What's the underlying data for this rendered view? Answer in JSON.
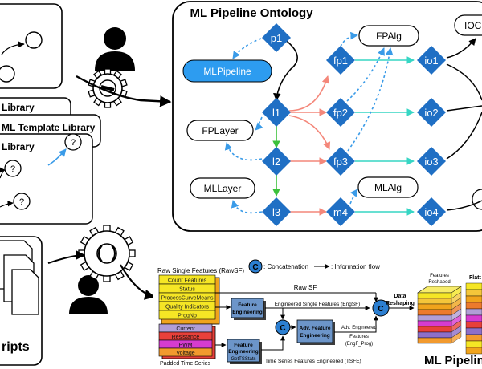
{
  "ontology": {
    "title": "ML Pipeline Ontology",
    "nodes": {
      "p1": "p1",
      "l1": "l1",
      "l2": "l2",
      "l3": "l3",
      "fp1": "fp1",
      "fp2": "fp2",
      "fp3": "fp3",
      "m4": "m4",
      "io1": "io1",
      "io2": "io2",
      "io3": "io3",
      "io4": "io4"
    },
    "classes": {
      "mlpipeline": "MLPipeline",
      "fplayer": "FPLayer",
      "mllayer": "MLLayer",
      "fpalg": "FPAlg",
      "mlalg": "MLAlg",
      "ioc": "IOC"
    }
  },
  "left_panel": {
    "library_1": "Library",
    "library_2": "ML Template Library",
    "library_3": "Library",
    "question": "?",
    "scripts": "ripts"
  },
  "bottom_diagram": {
    "concat_legend_symbol": "C",
    "concat_legend": ": Concatenation",
    "flow_legend": ": Information flow",
    "raw_single_features": "Raw Single Features (RawSF)",
    "raw_single_items": [
      "Count Features",
      "Status",
      "ProcessCurveMeans",
      "Quality Indicators",
      "ProgNo"
    ],
    "raw_sf": "Raw SF",
    "feature_engineering": [
      "Feature",
      "Engineering"
    ],
    "engineered_single_features": "Engineered Single Features (EngSF)",
    "adv_feature_engineering": [
      "Adv. Feature",
      "Engineering"
    ],
    "adv_engineered_features": [
      "Adv. Engineered",
      "Features",
      "(EngF_Prog)"
    ],
    "data_reshaping": [
      "Data",
      "Reshaping"
    ],
    "features_reshaped": [
      "Features",
      "Reshaped"
    ],
    "flatten": "Flatt",
    "time_series_items": [
      "Current",
      "Resistance",
      "PWM",
      "Voltage"
    ],
    "padded_time_series": "Padded Time Series",
    "feature_engineering_ts": [
      "Feature",
      "Engineering"
    ],
    "get_ts_stats": "GetTSStats",
    "time_series_features_engineered": "Time Series Features Engineered (TSFE)",
    "ml_pipeline_caption": "ML Pipelin"
  },
  "colors": {
    "diamond": "#1f6fc4",
    "mlpipeline_fill": "#2d9cf0",
    "salmon": "#f4877a",
    "teal": "#37d6c4",
    "green": "#3cc13b",
    "dashed_blue": "#3a9be8",
    "raw_sf_yellow": "#f5e625",
    "raw_sf_orange": "#f0a41c",
    "ts_purple": "#b19ed6",
    "ts_red": "#e8403a",
    "ts_magenta": "#d63cd0",
    "ts_orange": "#f29a2e",
    "fe_box": "#6c95c9"
  }
}
